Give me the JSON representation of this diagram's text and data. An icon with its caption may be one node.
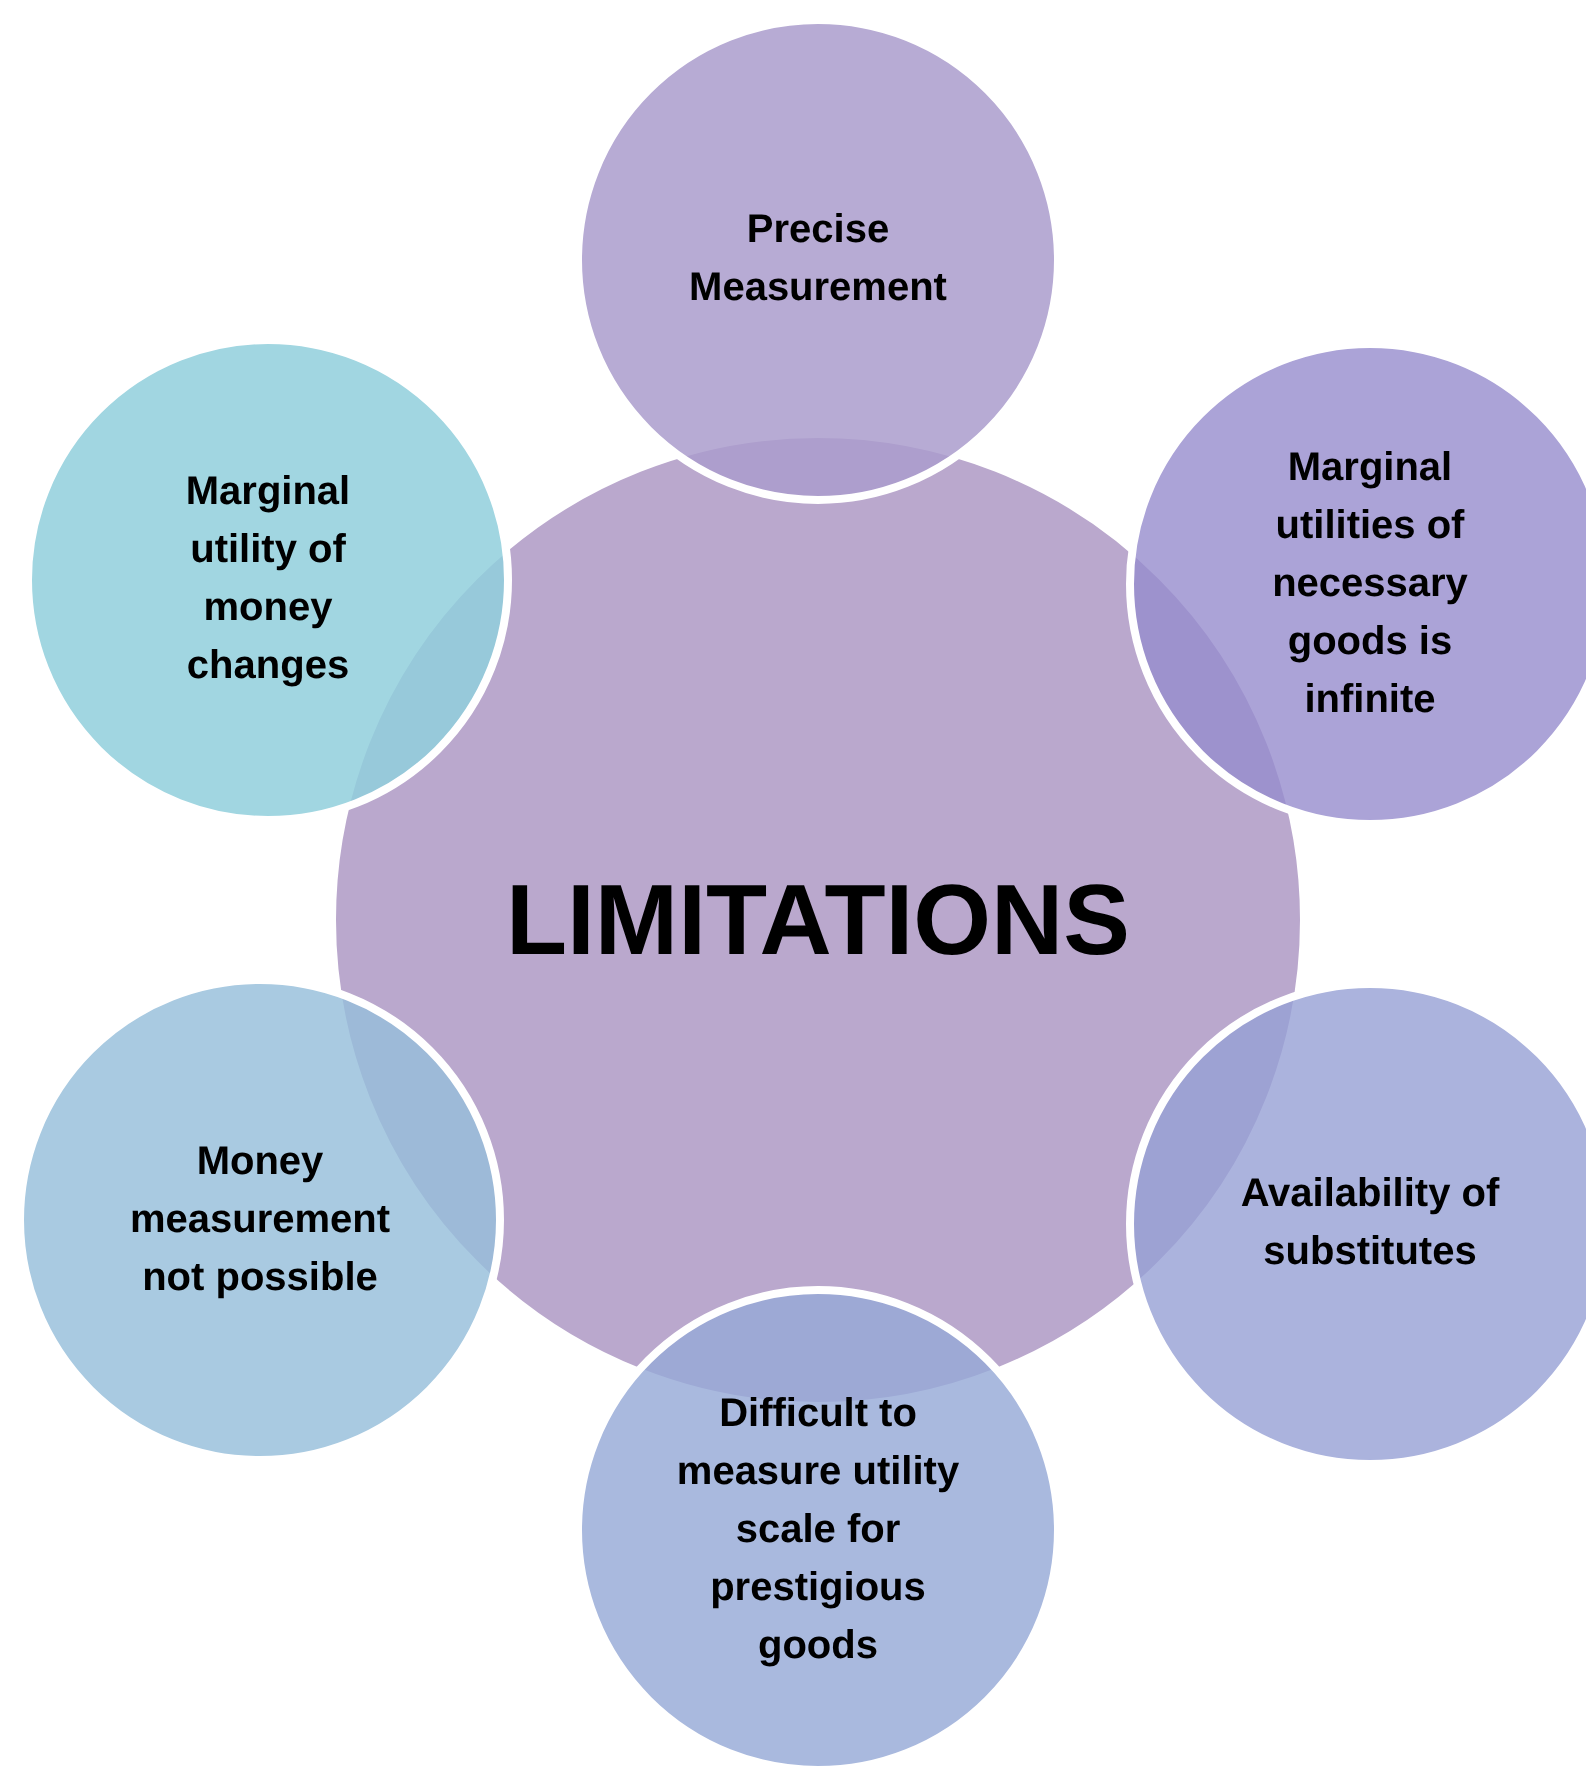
{
  "diagram": {
    "nodes": [
      {
        "text": [
          "LIMITATIONS"
        ]
      },
      {
        "text": [
          "Precise Measurement"
        ]
      },
      {
        "text": [
          "Marginal utilities of necessary goods is infinite"
        ]
      },
      {
        "text": [
          "Availability of substitutes"
        ]
      },
      {
        "text": [
          "Difficult to measure utility scale for prestigious goods"
        ]
      },
      {
        "text": [
          "Money measurement not possible"
        ]
      },
      {
        "text": [
          "Marginal utility of money changes"
        ]
      }
    ]
  }
}
